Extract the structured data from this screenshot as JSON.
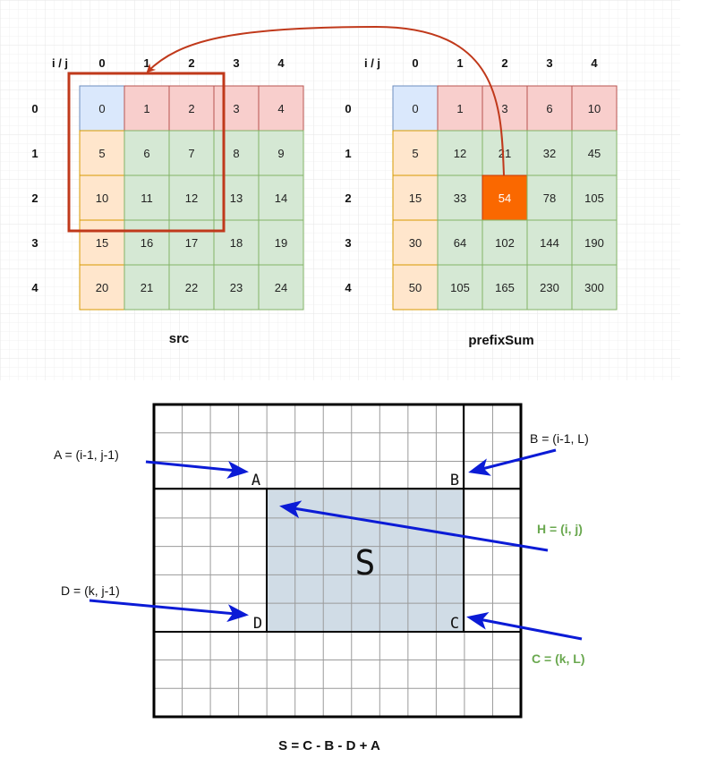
{
  "top": {
    "corner_label": "i / j",
    "col_headers": [
      "0",
      "1",
      "2",
      "3",
      "4"
    ],
    "row_headers": [
      "0",
      "1",
      "2",
      "3",
      "4"
    ],
    "src": {
      "caption": "src",
      "values": [
        [
          "0",
          "1",
          "2",
          "3",
          "4"
        ],
        [
          "5",
          "6",
          "7",
          "8",
          "9"
        ],
        [
          "10",
          "11",
          "12",
          "13",
          "14"
        ],
        [
          "15",
          "16",
          "17",
          "18",
          "19"
        ],
        [
          "20",
          "21",
          "22",
          "23",
          "24"
        ]
      ]
    },
    "prefix": {
      "caption": "prefixSum",
      "values": [
        [
          "0",
          "1",
          "3",
          "6",
          "10"
        ],
        [
          "5",
          "12",
          "21",
          "32",
          "45"
        ],
        [
          "15",
          "33",
          "54",
          "78",
          "105"
        ],
        [
          "30",
          "64",
          "102",
          "144",
          "190"
        ],
        [
          "50",
          "105",
          "165",
          "230",
          "300"
        ]
      ],
      "highlight_cell": [
        2,
        2
      ]
    },
    "colors": {
      "origin_fill": "#dae8fc",
      "origin_stroke": "#6c8ebf",
      "first_row_fill": "#f8cecc",
      "first_row_stroke": "#b85450",
      "first_col_fill": "#ffe6cc",
      "first_col_stroke": "#d79b00",
      "body_fill": "#d5e8d4",
      "body_stroke": "#82b366",
      "highlight_fill": "#fa6800",
      "highlight_stroke": "#c73500",
      "selection_stroke": "#c0391b",
      "arrow_stroke": "#c0391b",
      "bg_grid": "#ececec"
    }
  },
  "bottom": {
    "region_label": "S",
    "corners": {
      "A": "A",
      "B": "B",
      "C": "C",
      "D": "D"
    },
    "annotations": {
      "A": "A = (i-1, j-1)",
      "B": "B = (i-1, L)",
      "H": "H = (i, j)",
      "D": "D = (k, j-1)",
      "C": "C = (k, L)"
    },
    "formula": "S = C - B - D + A",
    "colors": {
      "region_fill": "#d0dce6",
      "arrow": "#0b1bd6",
      "green_text": "#6aa84f",
      "grid_line": "#9a9a9a",
      "thick_line": "#000000"
    }
  }
}
